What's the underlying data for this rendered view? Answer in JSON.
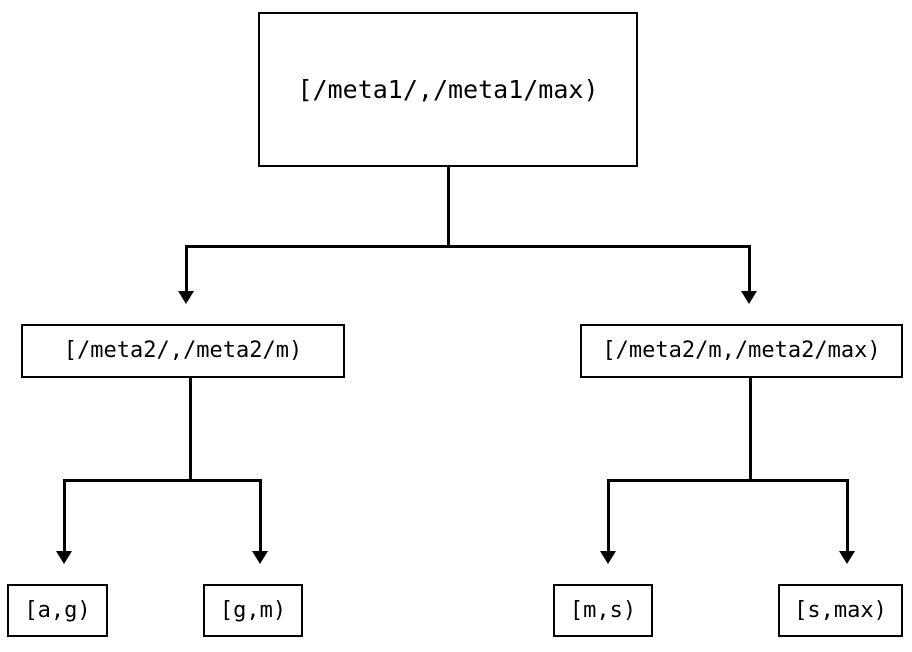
{
  "diagram": {
    "type": "binary-interval-tree",
    "orientation": "top-down",
    "background_color": "#ffffff",
    "line_color": "#000000",
    "text_color": "#000000",
    "root": {
      "label": "[/meta1/,/meta1/max)"
    },
    "level2": [
      {
        "label": "[/meta2/,/meta2/m)"
      },
      {
        "label": "[/meta2/m,/meta2/max)"
      }
    ],
    "leaves": [
      {
        "label": "[a,g)"
      },
      {
        "label": "[g,m)"
      },
      {
        "label": "[m,s)"
      },
      {
        "label": "[s,max)"
      }
    ],
    "arrow_icon": "triangle-down-arrowhead"
  }
}
